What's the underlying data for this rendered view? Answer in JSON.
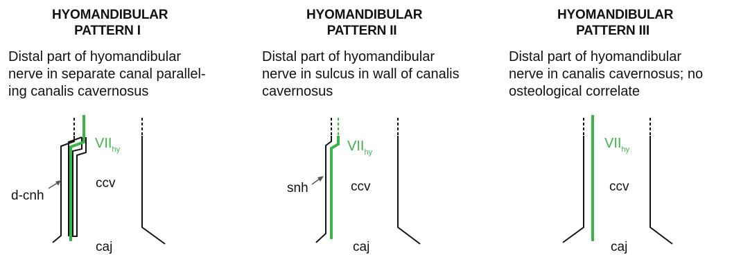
{
  "panels": [
    {
      "title_line1": "HYOMANDIBULAR",
      "title_line2": "PATTERN I",
      "desc": [
        "Distal part of hyomandibular",
        "nerve in separate canal parallel-",
        "ing canalis cavernosus"
      ],
      "nerve_label": "VII",
      "nerve_sub": "hy",
      "label_ccv": "ccv",
      "label_caj": "caj",
      "pointer_label": "d-cnh"
    },
    {
      "title_line1": "HYOMANDIBULAR",
      "title_line2": "PATTERN II",
      "desc": [
        "Distal part of hyomandibular",
        "nerve in sulcus in wall of canalis",
        "cavernosus"
      ],
      "nerve_label": "VII",
      "nerve_sub": "hy",
      "label_ccv": "ccv",
      "label_caj": "caj",
      "pointer_label": "snh"
    },
    {
      "title_line1": "HYOMANDIBULAR",
      "title_line2": "PATTERN III",
      "desc": [
        "Distal part of hyomandibular",
        "nerve in canalis cavernosus; no",
        "osteological correlate"
      ],
      "nerve_label": "VII",
      "nerve_sub": "hy",
      "label_ccv": "ccv",
      "label_caj": "caj"
    }
  ],
  "colors": {
    "nerve": "#3cb44a",
    "bone": "#111111"
  }
}
